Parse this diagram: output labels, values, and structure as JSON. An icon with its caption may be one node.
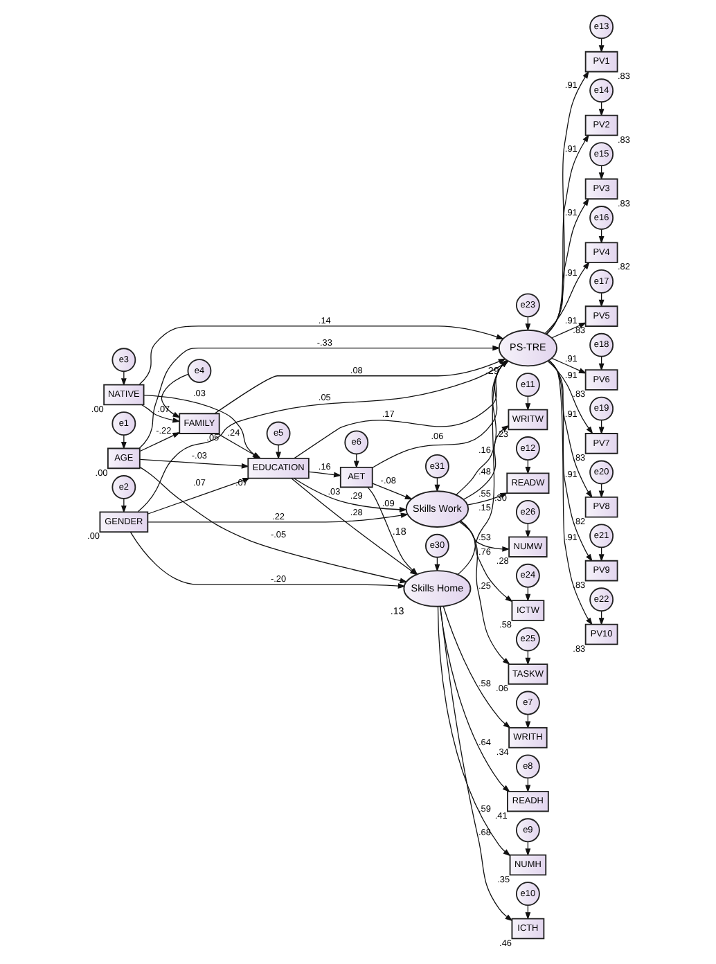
{
  "diagram": {
    "nodes": [
      {
        "text": [
          "e1"
        ]
      },
      {
        "text": [
          "AGE"
        ],
        "beside": [
          ".00"
        ]
      },
      {
        "text": [
          "e30"
        ]
      },
      {
        "text": [
          "Skills Home"
        ],
        "beside": [
          ".13"
        ]
      },
      {
        "text": [
          "WRITH"
        ],
        "beside": [
          ".34"
        ]
      },
      {
        "text": [
          "e7"
        ]
      },
      {
        "text": [
          "READH"
        ],
        "beside": [
          ".41"
        ]
      },
      {
        "text": [
          "e8"
        ]
      },
      {
        "text": [
          "NUMH"
        ],
        "beside": [
          ".35"
        ]
      },
      {
        "text": [
          "e9"
        ]
      },
      {
        "text": [
          "ICTH"
        ],
        "beside": [
          ".46"
        ]
      },
      {
        "text": [
          "e10"
        ]
      },
      {
        "text": [
          "e4"
        ]
      },
      {
        "text": [
          "FAMILY"
        ],
        "beside": [
          ".05"
        ]
      },
      {
        "text": [
          "PV1"
        ],
        "beside": [
          ".83"
        ]
      },
      {
        "text": [
          "e13"
        ]
      },
      {
        "text": [
          "PV2"
        ],
        "beside": [
          ".83"
        ]
      },
      {
        "text": [
          "e14"
        ]
      },
      {
        "text": [
          "PV3"
        ],
        "beside": [
          ".83"
        ]
      },
      {
        "text": [
          "e15"
        ]
      },
      {
        "text": [
          "e2"
        ]
      },
      {
        "text": [
          "GENDER"
        ],
        "beside": [
          ".00"
        ]
      },
      {
        "text": [
          "e5"
        ]
      },
      {
        "text": [
          "EDUCATION"
        ],
        "beside": [
          ".07"
        ]
      },
      {
        "text": [
          "e23"
        ]
      },
      {
        "text": [
          "PS-TRE"
        ],
        "beside": [
          ".29"
        ]
      },
      {
        "text": [
          "PV4"
        ],
        "beside": [
          ".82"
        ]
      },
      {
        "text": [
          "e16"
        ]
      },
      {
        "text": [
          "PV5"
        ],
        "beside": [
          ".83"
        ]
      },
      {
        "text": [
          "e17"
        ]
      },
      {
        "text": [
          "PV6"
        ],
        "beside": [
          ".83"
        ]
      },
      {
        "text": [
          "e18"
        ]
      },
      {
        "text": [
          "PV7"
        ],
        "beside": [
          ".83"
        ]
      },
      {
        "text": [
          "e19"
        ]
      },
      {
        "text": [
          "e6"
        ]
      },
      {
        "text": [
          "AET"
        ],
        "beside": [
          ".03"
        ]
      },
      {
        "text": [
          "PV8"
        ],
        "beside": [
          ".82"
        ]
      },
      {
        "text": [
          "e20"
        ]
      },
      {
        "text": [
          "PV9"
        ],
        "beside": [
          ".83"
        ]
      },
      {
        "text": [
          "e21"
        ]
      },
      {
        "text": [
          "e31"
        ]
      },
      {
        "text": [
          "Skills Work"
        ],
        "beside": [
          ".18"
        ]
      },
      {
        "text": [
          "WRITW"
        ],
        "beside": [
          ".23"
        ]
      },
      {
        "text": [
          "e11"
        ]
      },
      {
        "text": [
          "PV10"
        ],
        "beside": [
          ".83"
        ]
      },
      {
        "text": [
          "e22"
        ]
      },
      {
        "text": [
          "READW"
        ],
        "beside": [
          ".30"
        ]
      },
      {
        "text": [
          "e12"
        ]
      },
      {
        "text": [
          "NUMW"
        ],
        "beside": [
          ".28"
        ]
      },
      {
        "text": [
          "e26"
        ]
      },
      {
        "text": [
          "e3"
        ]
      },
      {
        "text": [
          "NATIVE"
        ],
        "beside": [
          ".00"
        ]
      },
      {
        "text": [
          "ICTW"
        ],
        "beside": [
          ".58"
        ]
      },
      {
        "text": [
          "e24"
        ]
      },
      {
        "text": [
          "TASKW"
        ],
        "beside": [
          ".06"
        ]
      },
      {
        "text": [
          "e25"
        ]
      }
    ],
    "edges": [
      {
        "from": 0,
        "to": 1,
        "arrow": "to"
      },
      {
        "from": 20,
        "to": 21,
        "arrow": "to"
      },
      {
        "from": 50,
        "to": 51,
        "arrow": "to"
      },
      {
        "from": 12,
        "to": 13,
        "arrow": "to"
      },
      {
        "from": 22,
        "to": 23,
        "arrow": "to"
      },
      {
        "from": 34,
        "to": 35,
        "arrow": "to"
      },
      {
        "from": 2,
        "to": 3,
        "arrow": "to"
      },
      {
        "from": 40,
        "to": 41,
        "arrow": "to"
      },
      {
        "from": 24,
        "to": 25,
        "arrow": "to"
      },
      {
        "from": 1,
        "to": 3,
        "arrow": "to",
        "label": "-.05"
      },
      {
        "from": 1,
        "to": 13,
        "arrow": "to",
        "label": "-.22"
      },
      {
        "from": 1,
        "to": 23,
        "arrow": "to",
        "label": "-.03"
      },
      {
        "from": 1,
        "to": 25,
        "arrow": "to",
        "label": "-.33"
      },
      {
        "from": 13,
        "to": 23,
        "arrow": "to",
        "label": ".24"
      },
      {
        "from": 13,
        "to": 25,
        "arrow": "to",
        "label": ".08"
      },
      {
        "from": 21,
        "to": 3,
        "arrow": "to",
        "label": "-.20"
      },
      {
        "from": 21,
        "to": 23,
        "arrow": "to",
        "label": ".07"
      },
      {
        "from": 21,
        "to": 25,
        "arrow": "to",
        "label": ".05"
      },
      {
        "from": 21,
        "to": 41,
        "arrow": "to",
        "label": ".22"
      },
      {
        "from": 51,
        "to": 13,
        "arrow": "to",
        "label": ".07"
      },
      {
        "from": 51,
        "to": 23,
        "arrow": "to",
        "label": ".03"
      },
      {
        "from": 51,
        "to": 25,
        "arrow": "to",
        "label": ".14"
      },
      {
        "from": 23,
        "to": 3,
        "arrow": "to",
        "label": ".28"
      },
      {
        "from": 23,
        "to": 35,
        "arrow": "to",
        "label": ".16"
      },
      {
        "from": 23,
        "to": 25,
        "arrow": "to",
        "label": ".17"
      },
      {
        "from": 23,
        "to": 41,
        "arrow": "to",
        "label": ".29"
      },
      {
        "from": 35,
        "to": 3,
        "arrow": "to",
        "label": ".09"
      },
      {
        "from": 35,
        "to": 25,
        "arrow": "to",
        "label": ".06"
      },
      {
        "from": 35,
        "to": 41,
        "arrow": "to",
        "label": "-.08"
      },
      {
        "from": 3,
        "to": 25,
        "arrow": "to",
        "label": ".15"
      },
      {
        "from": 41,
        "to": 25,
        "arrow": "to",
        "label": ".16"
      },
      {
        "from": 3,
        "to": 4,
        "arrow": "to",
        "label": ".58"
      },
      {
        "from": 3,
        "to": 6,
        "arrow": "to",
        "label": ".64"
      },
      {
        "from": 3,
        "to": 8,
        "arrow": "to",
        "label": ".59"
      },
      {
        "from": 3,
        "to": 10,
        "arrow": "to",
        "label": ".68"
      },
      {
        "from": 41,
        "to": 42,
        "arrow": "to",
        "label": ".48"
      },
      {
        "from": 41,
        "to": 46,
        "arrow": "to",
        "label": ".55"
      },
      {
        "from": 41,
        "to": 48,
        "arrow": "to",
        "label": ".53"
      },
      {
        "from": 41,
        "to": 52,
        "arrow": "to",
        "label": ".76"
      },
      {
        "from": 41,
        "to": 54,
        "arrow": "to",
        "label": ".25"
      },
      {
        "from": 25,
        "to": 14,
        "arrow": "to",
        "label": ".91"
      },
      {
        "from": 25,
        "to": 16,
        "arrow": "to",
        "label": ".91"
      },
      {
        "from": 25,
        "to": 18,
        "arrow": "to",
        "label": ".91"
      },
      {
        "from": 25,
        "to": 26,
        "arrow": "to",
        "label": ".91"
      },
      {
        "from": 25,
        "to": 28,
        "arrow": "to",
        "label": ".91"
      },
      {
        "from": 25,
        "to": 30,
        "arrow": "to",
        "label": ".91"
      },
      {
        "from": 25,
        "to": 32,
        "arrow": "to",
        "label": ".91"
      },
      {
        "from": 25,
        "to": 36,
        "arrow": "to",
        "label": ".91"
      },
      {
        "from": 25,
        "to": 38,
        "arrow": "to",
        "label": ".91"
      },
      {
        "from": 25,
        "to": 44,
        "arrow": "to",
        "label": ".91"
      },
      {
        "from": 5,
        "to": 4,
        "arrow": "to"
      },
      {
        "from": 7,
        "to": 6,
        "arrow": "to"
      },
      {
        "from": 9,
        "to": 8,
        "arrow": "to"
      },
      {
        "from": 11,
        "to": 10,
        "arrow": "to"
      },
      {
        "from": 43,
        "to": 42,
        "arrow": "to"
      },
      {
        "from": 47,
        "to": 46,
        "arrow": "to"
      },
      {
        "from": 49,
        "to": 48,
        "arrow": "to"
      },
      {
        "from": 53,
        "to": 52,
        "arrow": "to"
      },
      {
        "from": 55,
        "to": 54,
        "arrow": "to"
      },
      {
        "from": 15,
        "to": 14,
        "arrow": "to"
      },
      {
        "from": 17,
        "to": 16,
        "arrow": "to"
      },
      {
        "from": 19,
        "to": 18,
        "arrow": "to"
      },
      {
        "from": 27,
        "to": 26,
        "arrow": "to"
      },
      {
        "from": 29,
        "to": 28,
        "arrow": "to"
      },
      {
        "from": 31,
        "to": 30,
        "arrow": "to"
      },
      {
        "from": 33,
        "to": 32,
        "arrow": "to"
      },
      {
        "from": 37,
        "to": 36,
        "arrow": "to"
      },
      {
        "from": 39,
        "to": 38,
        "arrow": "to"
      },
      {
        "from": 45,
        "to": 44,
        "arrow": "to"
      }
    ]
  }
}
